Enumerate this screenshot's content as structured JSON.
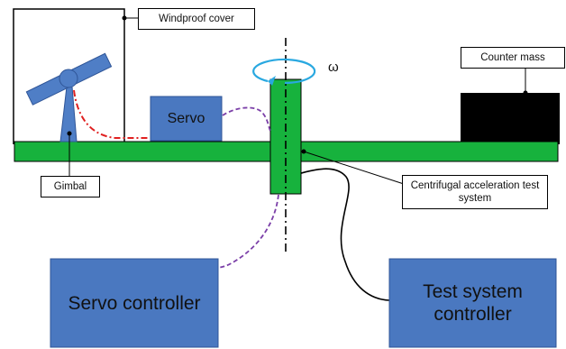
{
  "labels": {
    "windproof_cover": "Windproof cover",
    "counter_mass": "Counter mass",
    "servo": "Servo",
    "gimbal": "Gimbal",
    "centrifugal_system": "Centrifugal acceleration test system",
    "servo_controller": "Servo controller",
    "test_system_controller": "Test system controller",
    "omega": "ω"
  },
  "colors": {
    "arm_green": "#17b23d",
    "block_blue": "#4a78c0",
    "gimbal_blue": "#4f7ec6",
    "counter_mass": "#000000",
    "rotation_arrow": "#29a8e0",
    "laser_line": "#e02020",
    "servo_cable": "#7b3fa8"
  }
}
